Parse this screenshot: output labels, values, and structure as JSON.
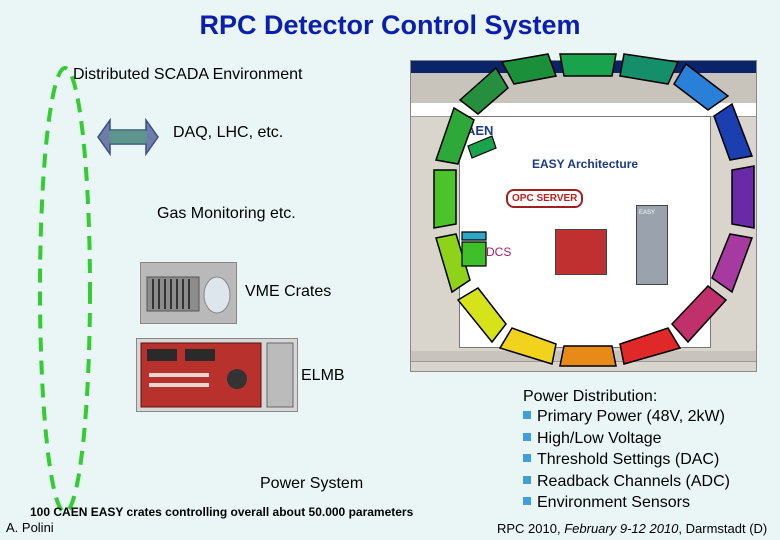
{
  "title": "RPC Detector Control System",
  "items": {
    "scada": "Distributed SCADA Environment",
    "daq": "DAQ, LHC, etc.",
    "gas": "Gas Monitoring etc.",
    "vme": "VME Crates",
    "elmb": "ELMB",
    "power_system": "Power System"
  },
  "screenshot": {
    "brand": "AEN",
    "architecture": "EASY Architecture",
    "opc_server": "OPC SERVER",
    "dcs": "DCS",
    "easy_label": "EASY"
  },
  "power_distribution": {
    "heading": "Power Distribution:",
    "items": [
      {
        "label": "Primary Power",
        "detail": "(48V, 2kW)"
      },
      {
        "label": "High/Low Voltage",
        "detail": ""
      },
      {
        "label": "Threshold Settings",
        "detail": "(DAC)"
      },
      {
        "label": "Readback Channels",
        "detail": "(ADC)"
      },
      {
        "label": "Environment Sensors",
        "detail": ""
      }
    ],
    "bullet_color": "#3f9fd6"
  },
  "footer": {
    "caen_note": "100 CAEN EASY crates controlling overall about 50.000 parameters",
    "author": "A. Polini",
    "conf_name": "RPC 2010",
    "conf_dates": "February 9-12 2010",
    "conf_place": "Darmstadt (D)"
  },
  "colors": {
    "title": "#0a1fb0",
    "ellipse": "#33cc33",
    "background": "#eaf6f6"
  }
}
